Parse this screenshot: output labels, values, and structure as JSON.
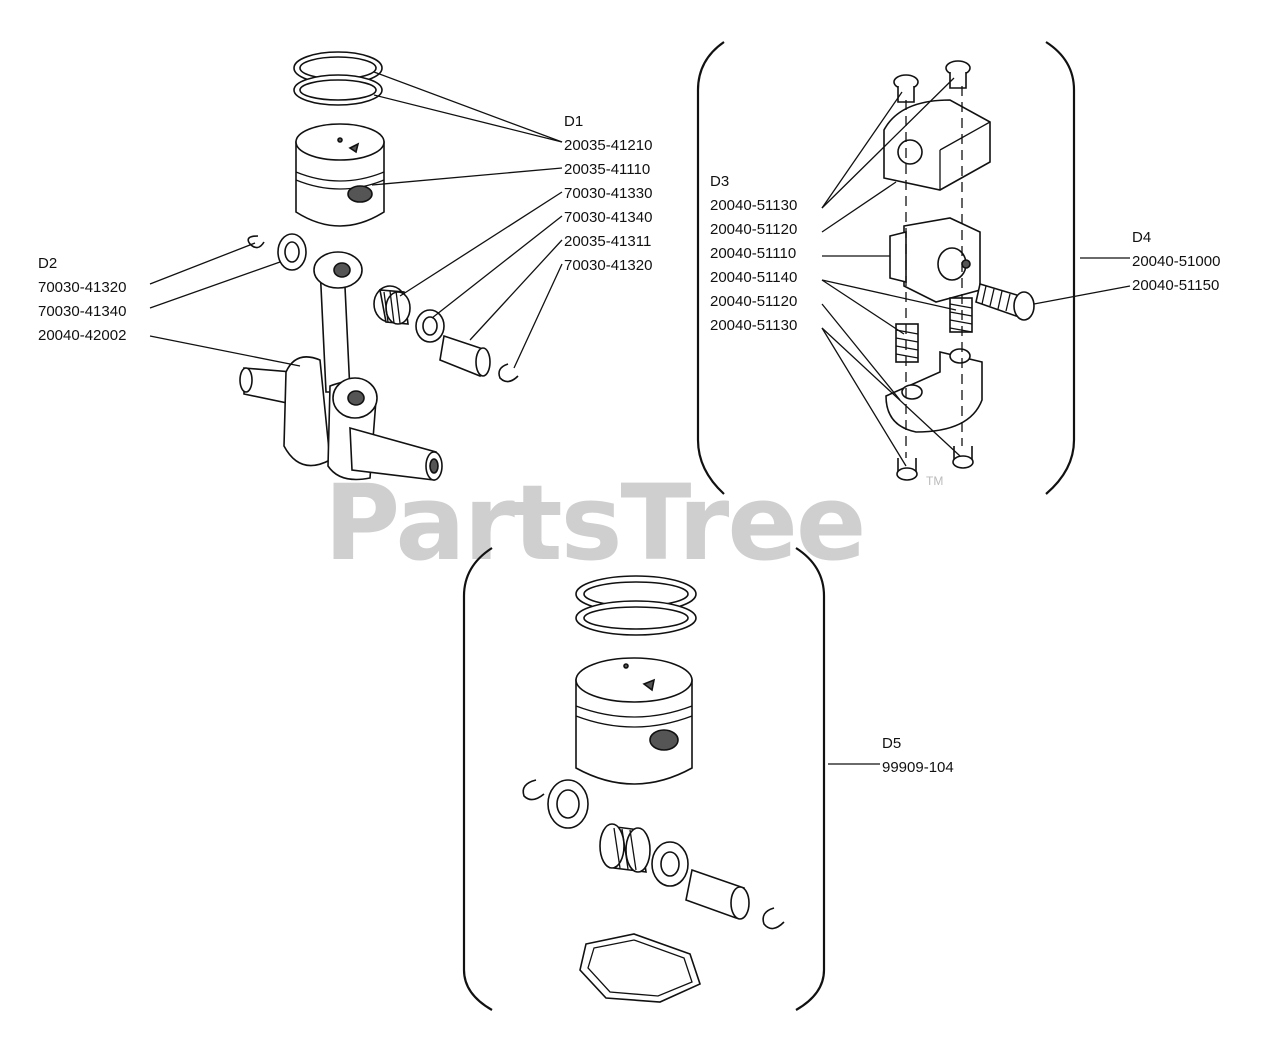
{
  "watermark": "PartsTree",
  "trademark": "TM",
  "groups": {
    "d1": {
      "label": "D1",
      "codes": [
        "20035-41210",
        "20035-41110",
        "70030-41330",
        "70030-41340",
        "20035-41311",
        "70030-41320"
      ]
    },
    "d2": {
      "label": "D2",
      "codes": [
        "70030-41320",
        "70030-41340",
        "20040-42002"
      ]
    },
    "d3": {
      "label": "D3",
      "codes": [
        "20040-51130",
        "20040-51120",
        "20040-51110",
        "20040-51140",
        "20040-51120",
        "20040-51130"
      ]
    },
    "d4": {
      "label": "D4",
      "codes": [
        "20040-51000",
        "20040-51150"
      ]
    },
    "d5": {
      "label": "D5",
      "codes": [
        "99909-104"
      ]
    }
  }
}
